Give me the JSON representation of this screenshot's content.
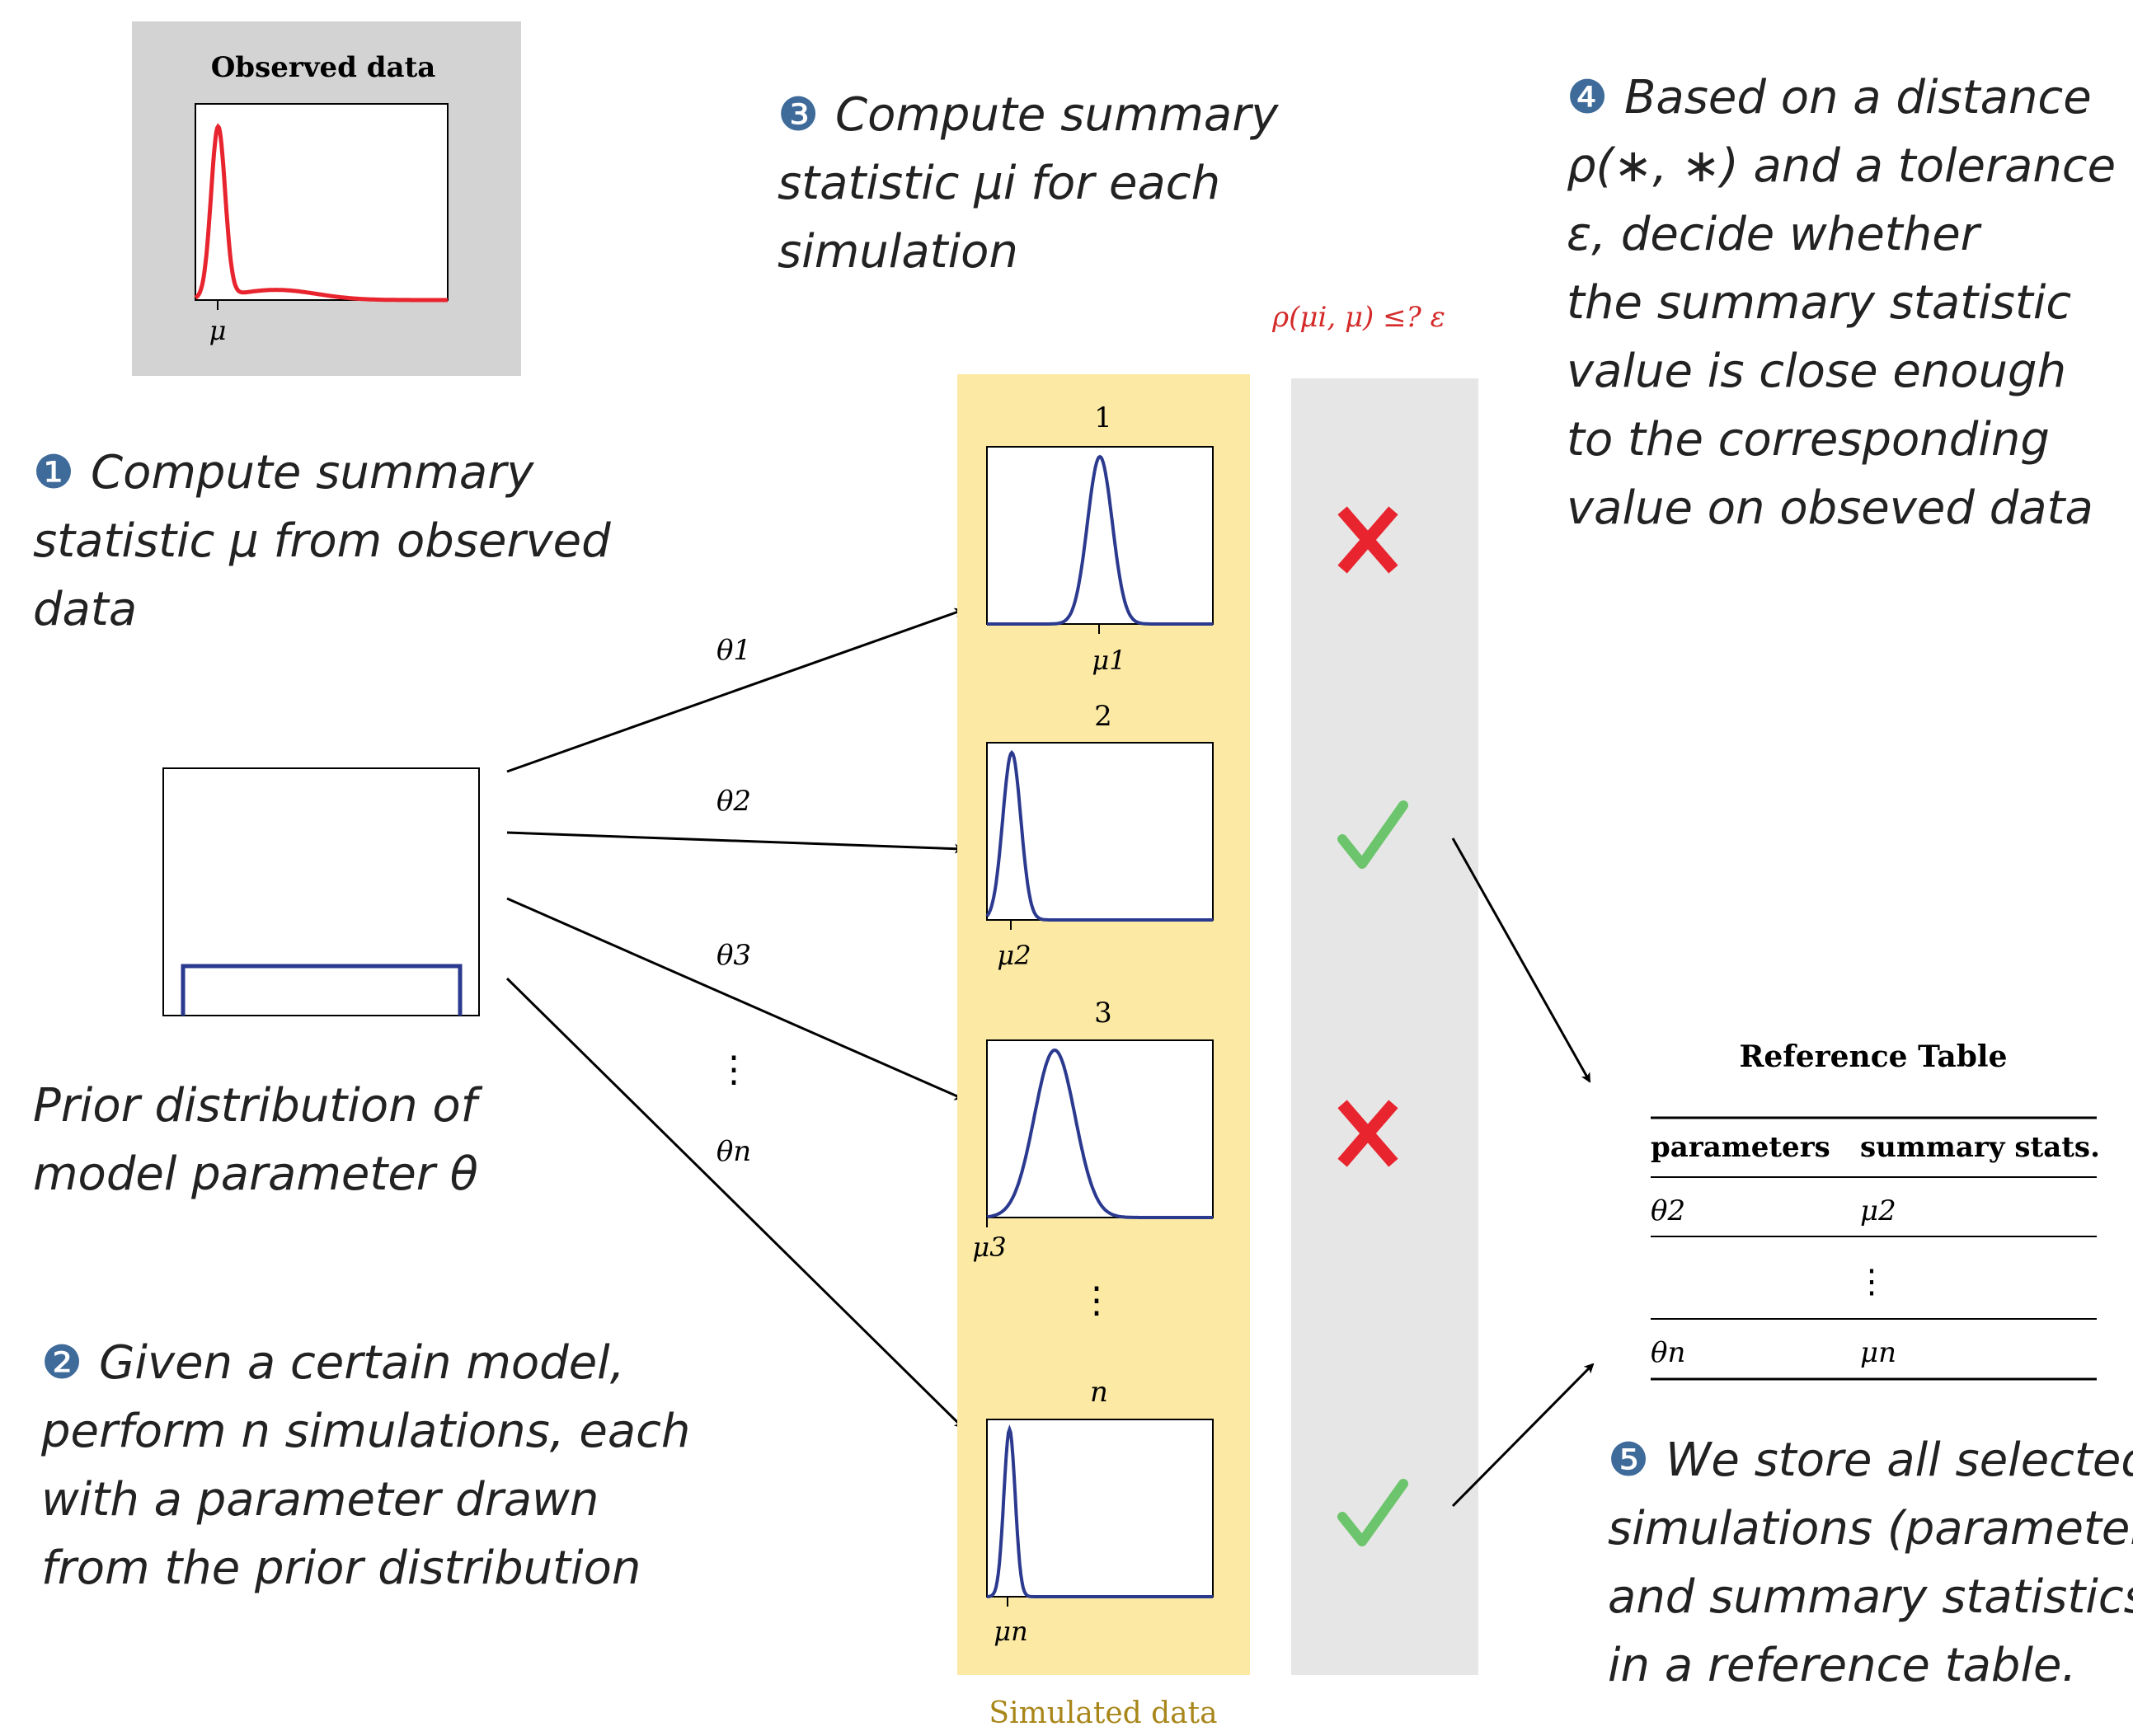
{
  "observed": {
    "title": "Observed data",
    "tick_label": "μ",
    "curve_color": "#e8252f"
  },
  "steps": {
    "step1": {
      "number": "❶",
      "lines": [
        "Compute summary",
        "statistic μ from observed",
        "data"
      ]
    },
    "prior": {
      "lines": [
        "Prior distribution of",
        "model parameter θ"
      ]
    },
    "step2": {
      "number": "❷",
      "lines": [
        "Given a certain model,",
        "perform n simulations, each",
        "with a parameter drawn",
        "from the prior distribution"
      ]
    },
    "step3": {
      "number": "❸",
      "lines": [
        "Compute summary",
        "statistic μi for each",
        "simulation"
      ]
    },
    "step4": {
      "number": "❹",
      "lines": [
        "Based on a distance",
        "ρ(∗, ∗) and a tolerance",
        "ε, decide whether",
        "the summary statistic",
        "value is close enough",
        "to the corresponding",
        "value on obseved data"
      ]
    },
    "step5": {
      "number": "❺",
      "lines": [
        "We store all selected",
        "simulations (parameters",
        "and summary statistics)",
        "in a reference table."
      ]
    }
  },
  "arrows": {
    "theta_labels": [
      "θ1",
      "θ2",
      "θ3",
      "⋮",
      "θn"
    ]
  },
  "simulated": {
    "label": "Simulated data",
    "panel_titles": [
      "1",
      "2",
      "3",
      "n"
    ],
    "tick_labels": [
      "μ1",
      "μ2",
      "μ3",
      "μn"
    ],
    "vertical_dots": "⋮",
    "curve_color": "#2b3a8f"
  },
  "decision": {
    "header": "ρ(μi, μ) ≤? ε",
    "marks": [
      "cross-icon",
      "check-icon",
      "cross-icon",
      "check-icon"
    ],
    "cross_color": "#e8252f",
    "check_color": "#6cc56c"
  },
  "reference_table": {
    "title": "Reference Table",
    "headers": [
      "parameters",
      "summary stats."
    ],
    "rows": [
      [
        "θ2",
        "μ2"
      ],
      [
        "",
        "⋮"
      ],
      [
        "θn",
        "μn"
      ]
    ]
  },
  "colors": {
    "number_badge": "#3f6b9a",
    "simulated_bg": "#fbe9a4",
    "simulated_label": "#a8861a",
    "decision_bg": "#e6e6e6",
    "observed_bg": "#d3d3d3"
  }
}
